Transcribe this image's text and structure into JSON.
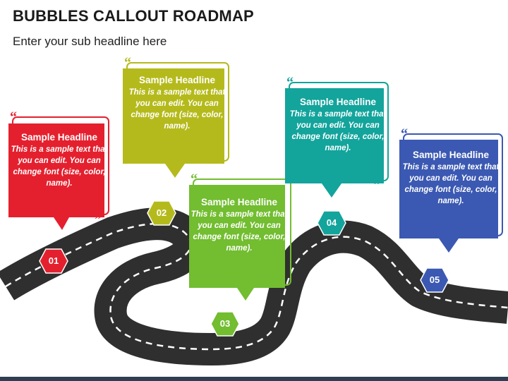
{
  "header": {
    "title": "BUBBLES CALLOUT ROADMAP",
    "subtitle": "Enter your sub headline here"
  },
  "colors": {
    "road": "#2f2f2f",
    "road_dash": "#ffffff",
    "bottom_bar": "#2f3e52"
  },
  "steps": [
    {
      "number": "01",
      "headline": "Sample Headline",
      "body": "This is a sample text that you can edit. You can change font (size, color, name).",
      "color": "#e5202e"
    },
    {
      "number": "02",
      "headline": "Sample Headline",
      "body": "This is a sample text that you can edit. You can change font (size, color, name).",
      "color": "#b5ba1c"
    },
    {
      "number": "03",
      "headline": "Sample Headline",
      "body": "This is a sample text that you can edit. You can change font (size, color, name).",
      "color": "#72bd30"
    },
    {
      "number": "04",
      "headline": "Sample Headline",
      "body": "This is a sample text that you can edit. You can change font (size, color, name).",
      "color": "#13a49c"
    },
    {
      "number": "05",
      "headline": "Sample Headline",
      "body": "This is a sample text that you can edit. You can change font (size, color, name).",
      "color": "#3b59b2"
    }
  ]
}
